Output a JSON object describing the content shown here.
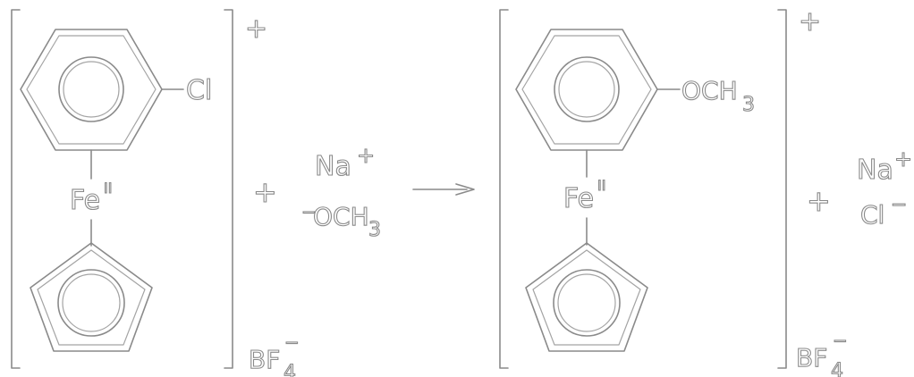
{
  "reactant": {
    "substituent": "Cl",
    "metal": "Fe",
    "oxidation_state": "II",
    "charge": "+",
    "counterion_base": "BF",
    "counterion_subscript": "4",
    "counterion_charge": "−"
  },
  "plus_sign_1": "+",
  "reagent": {
    "cation": "Na",
    "cation_charge": "+",
    "anion_charge": "−",
    "anion_base": "OCH",
    "anion_subscript": "3"
  },
  "product": {
    "substituent_base": "OCH",
    "substituent_subscript": "3",
    "metal": "Fe",
    "oxidation_state": "II",
    "charge": "+",
    "counterion_base": "BF",
    "counterion_subscript": "4",
    "counterion_charge": "−"
  },
  "plus_sign_2": "+",
  "byproduct": {
    "cation": "Na",
    "cation_charge": "+",
    "anion": "Cl",
    "anion_charge": "−"
  }
}
